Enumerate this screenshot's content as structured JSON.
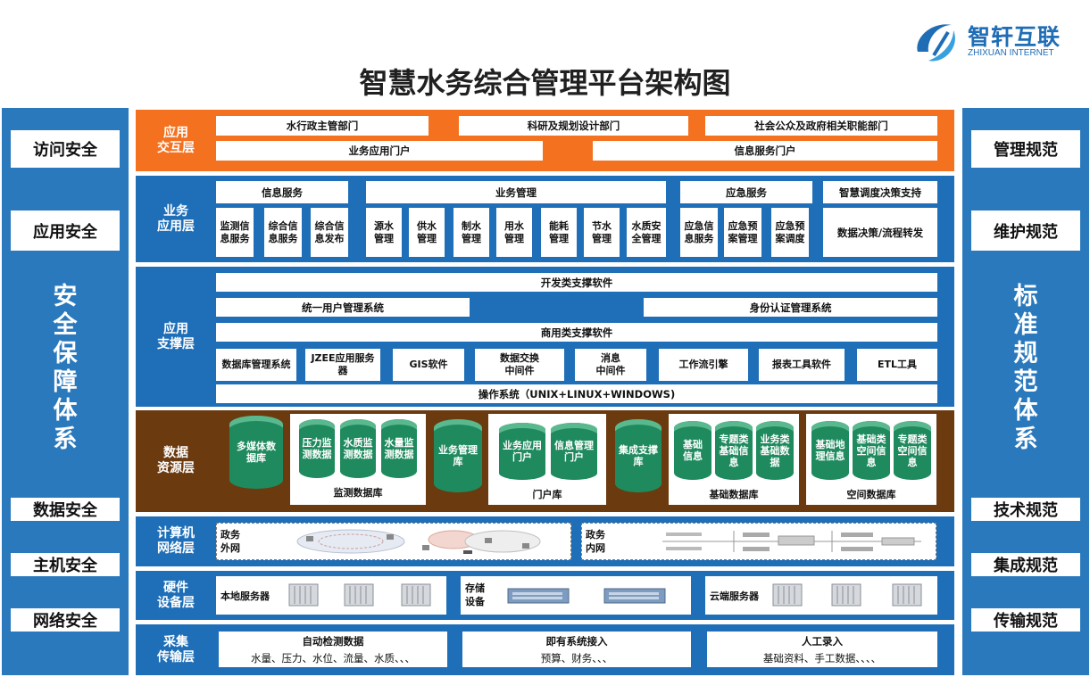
{
  "logo": {
    "cn": "智轩互联",
    "en": "ZHIXUAN INTERNET"
  },
  "title": "智慧水务综合管理平台架构图",
  "left_side": {
    "top": [
      "访问安全",
      "应用安全"
    ],
    "vertical": "安全保障体系",
    "bottom": [
      "数据安全",
      "主机安全",
      "网络安全"
    ]
  },
  "right_side": {
    "top": [
      "管理规范",
      "维护规范"
    ],
    "vertical": "标准规范体系",
    "bottom": [
      "技术规范",
      "集成规范",
      "传输规范"
    ]
  },
  "app_layer": {
    "name": "应用\n交互层",
    "row1": [
      "水行政主管部门",
      "科研及规划设计部门",
      "社会公众及政府相关职能部门"
    ],
    "row2": [
      "业务应用门户",
      "信息服务门户"
    ]
  },
  "biz_layer": {
    "name": "业务\n应用层",
    "groups": [
      "信息服务",
      "业务管理",
      "应急服务",
      "智慧调度决策支持"
    ],
    "info": [
      "监测信\n息服务",
      "综合信\n息服务",
      "综合信\n息发布"
    ],
    "mgmt": [
      "源水\n管理",
      "供水\n管理",
      "制水\n管理",
      "用水\n管理",
      "能耗\n管理",
      "节水\n管理",
      "水质安\n全管理"
    ],
    "emerg": [
      "应急信\n息服务",
      "应急预\n案管理",
      "应急预\n案调度"
    ],
    "decision": "数据决策/流程转发"
  },
  "support_layer": {
    "name": "应用\n支撑层",
    "dev": "开发类支撑软件",
    "uum": "统一用户管理系统",
    "auth": "身份认证管理系统",
    "commercial": "商用类支撑软件",
    "items": [
      "数据库管理系统",
      "JZEE应用服务\n器",
      "GIS软件",
      "数据交换\n中间件",
      "消息\n中间件",
      "工作流引擎",
      "报表工具软件",
      "ETL工具"
    ],
    "os": "操作系统（UNIX+LINUX+WINDOWS)"
  },
  "data_layer": {
    "name": "数据\n资源层",
    "multimedia": "多媒体数\n据库",
    "monitor_group": {
      "label": "监测数据库",
      "items": [
        "压力监\n测数据",
        "水质监\n测数据",
        "水量监\n测数据"
      ]
    },
    "business": "业务管理\n库",
    "portal_group": {
      "label": "门户库",
      "items": [
        "业务应用\n门户",
        "信息管理\n门户"
      ]
    },
    "integration": "集成支撑\n库",
    "base_group": {
      "label": "基础数据库",
      "items": [
        "基础\n信息",
        "专题类\n基础信\n息",
        "业务类\n基础数\n据"
      ]
    },
    "spatial_group": {
      "label": "空间数据库",
      "items": [
        "基础地\n理信息",
        "基础类\n空间信\n息",
        "专题类\n空间信\n息"
      ]
    }
  },
  "net_layer": {
    "name": "计算机\n网络层",
    "ext": "政务\n外网",
    "int": "政务\n内网"
  },
  "hw_layer": {
    "name": "硬件\n设备层",
    "local": "本地服务器",
    "storage": "存储\n设备",
    "cloud": "云端服务器"
  },
  "acq_layer": {
    "name": "采集\n传输层",
    "items": [
      {
        "title": "自动检测数据",
        "sub": "水量、压力、水位、流量、水质、、、"
      },
      {
        "title": "即有系统接入",
        "sub": "预算、财务、、、"
      },
      {
        "title": "人工录入",
        "sub": "基础资料、手工数据、、、、"
      }
    ]
  },
  "colors": {
    "app": "#f4711f",
    "blue": "#1f6fb8",
    "data": "#6b3a0f",
    "cylinder": "#1f8a5e",
    "side": "#2a79bd"
  }
}
